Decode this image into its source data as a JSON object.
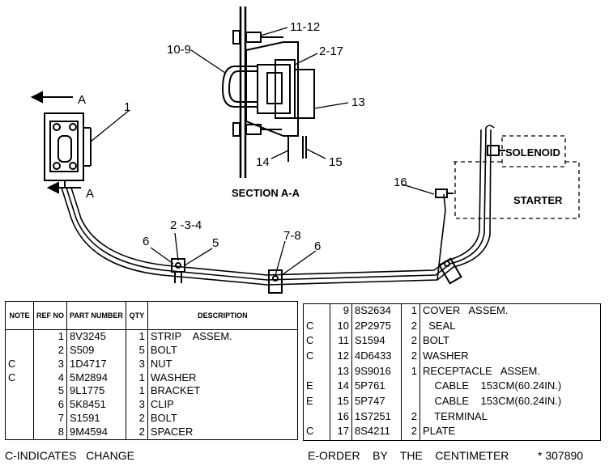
{
  "diagram": {
    "labels": {
      "c1": "1",
      "a_top": "A",
      "a_bottom": "A",
      "c10_9": "10-9",
      "c11_12": "11-12",
      "c2_17": "2-17",
      "c13": "13",
      "c14": "14",
      "c15": "15",
      "section": "SECTION A-A",
      "c16": "16",
      "solenoid": "SOLENOID",
      "starter": "STARTER",
      "c2_3_4": "2 -3-4",
      "c6a": "6",
      "c5": "5",
      "c7_8": "7-8",
      "c6b": "6"
    }
  },
  "left_table": {
    "headers": {
      "note": "NOTE",
      "ref": "REF NO",
      "part": "PART NUMBER",
      "qty": "QTY",
      "desc": "DESCRIPTION"
    },
    "rows": [
      {
        "note": "",
        "ref": "1",
        "part": "8V3245",
        "qty": "1",
        "desc": "STRIP    ASSEM."
      },
      {
        "note": "",
        "ref": "2",
        "part": "S509",
        "qty": "5",
        "desc": "BOLT"
      },
      {
        "note": "C",
        "ref": "3",
        "part": "1D4717",
        "qty": "3",
        "desc": "NUT"
      },
      {
        "note": "C",
        "ref": "4",
        "part": "5M2894",
        "qty": "1",
        "desc": "WASHER"
      },
      {
        "note": "",
        "ref": "5",
        "part": "9L1775",
        "qty": "1",
        "desc": "BRACKET"
      },
      {
        "note": "",
        "ref": "6",
        "part": "5K8451",
        "qty": "3",
        "desc": "CLIP"
      },
      {
        "note": "",
        "ref": "7",
        "part": "S1591",
        "qty": "2",
        "desc": "BOLT"
      },
      {
        "note": "",
        "ref": "8",
        "part": "9M4594",
        "qty": "2",
        "desc": "SPACER"
      }
    ]
  },
  "right_table": {
    "rows": [
      {
        "note": "",
        "ref": "9",
        "part": "8S2634",
        "qty": "1",
        "desc": "COVER   ASSEM."
      },
      {
        "note": "C",
        "ref": "10",
        "part": "2P2975",
        "qty": "2",
        "desc": "  SEAL"
      },
      {
        "note": "C",
        "ref": "11",
        "part": "S1594",
        "qty": "2",
        "desc": "BOLT"
      },
      {
        "note": "C",
        "ref": "12",
        "part": "4D6433",
        "qty": "2",
        "desc": "WASHER"
      },
      {
        "note": "",
        "ref": "13",
        "part": "9S9016",
        "qty": "1",
        "desc": "RECEPTACLE   ASSEM."
      },
      {
        "note": "E",
        "ref": "14",
        "part": "5P761",
        "qty": "",
        "desc": "    CABLE    153CM(60.24IN.)"
      },
      {
        "note": "E",
        "ref": "15",
        "part": "5P747",
        "qty": "",
        "desc": "    CABLE    153CM(60.24IN.)"
      },
      {
        "note": "",
        "ref": "16",
        "part": "1S7251",
        "qty": "2",
        "desc": "    TERMINAL"
      },
      {
        "note": "C",
        "ref": "17",
        "part": "8S4211",
        "qty": "2",
        "desc": "PLATE"
      }
    ]
  },
  "footer": {
    "c_note": "C-INDICATES   CHANGE",
    "e_note": "E-ORDER    BY    THE    CENTIMETER",
    "drawing_no": "* 307890"
  }
}
